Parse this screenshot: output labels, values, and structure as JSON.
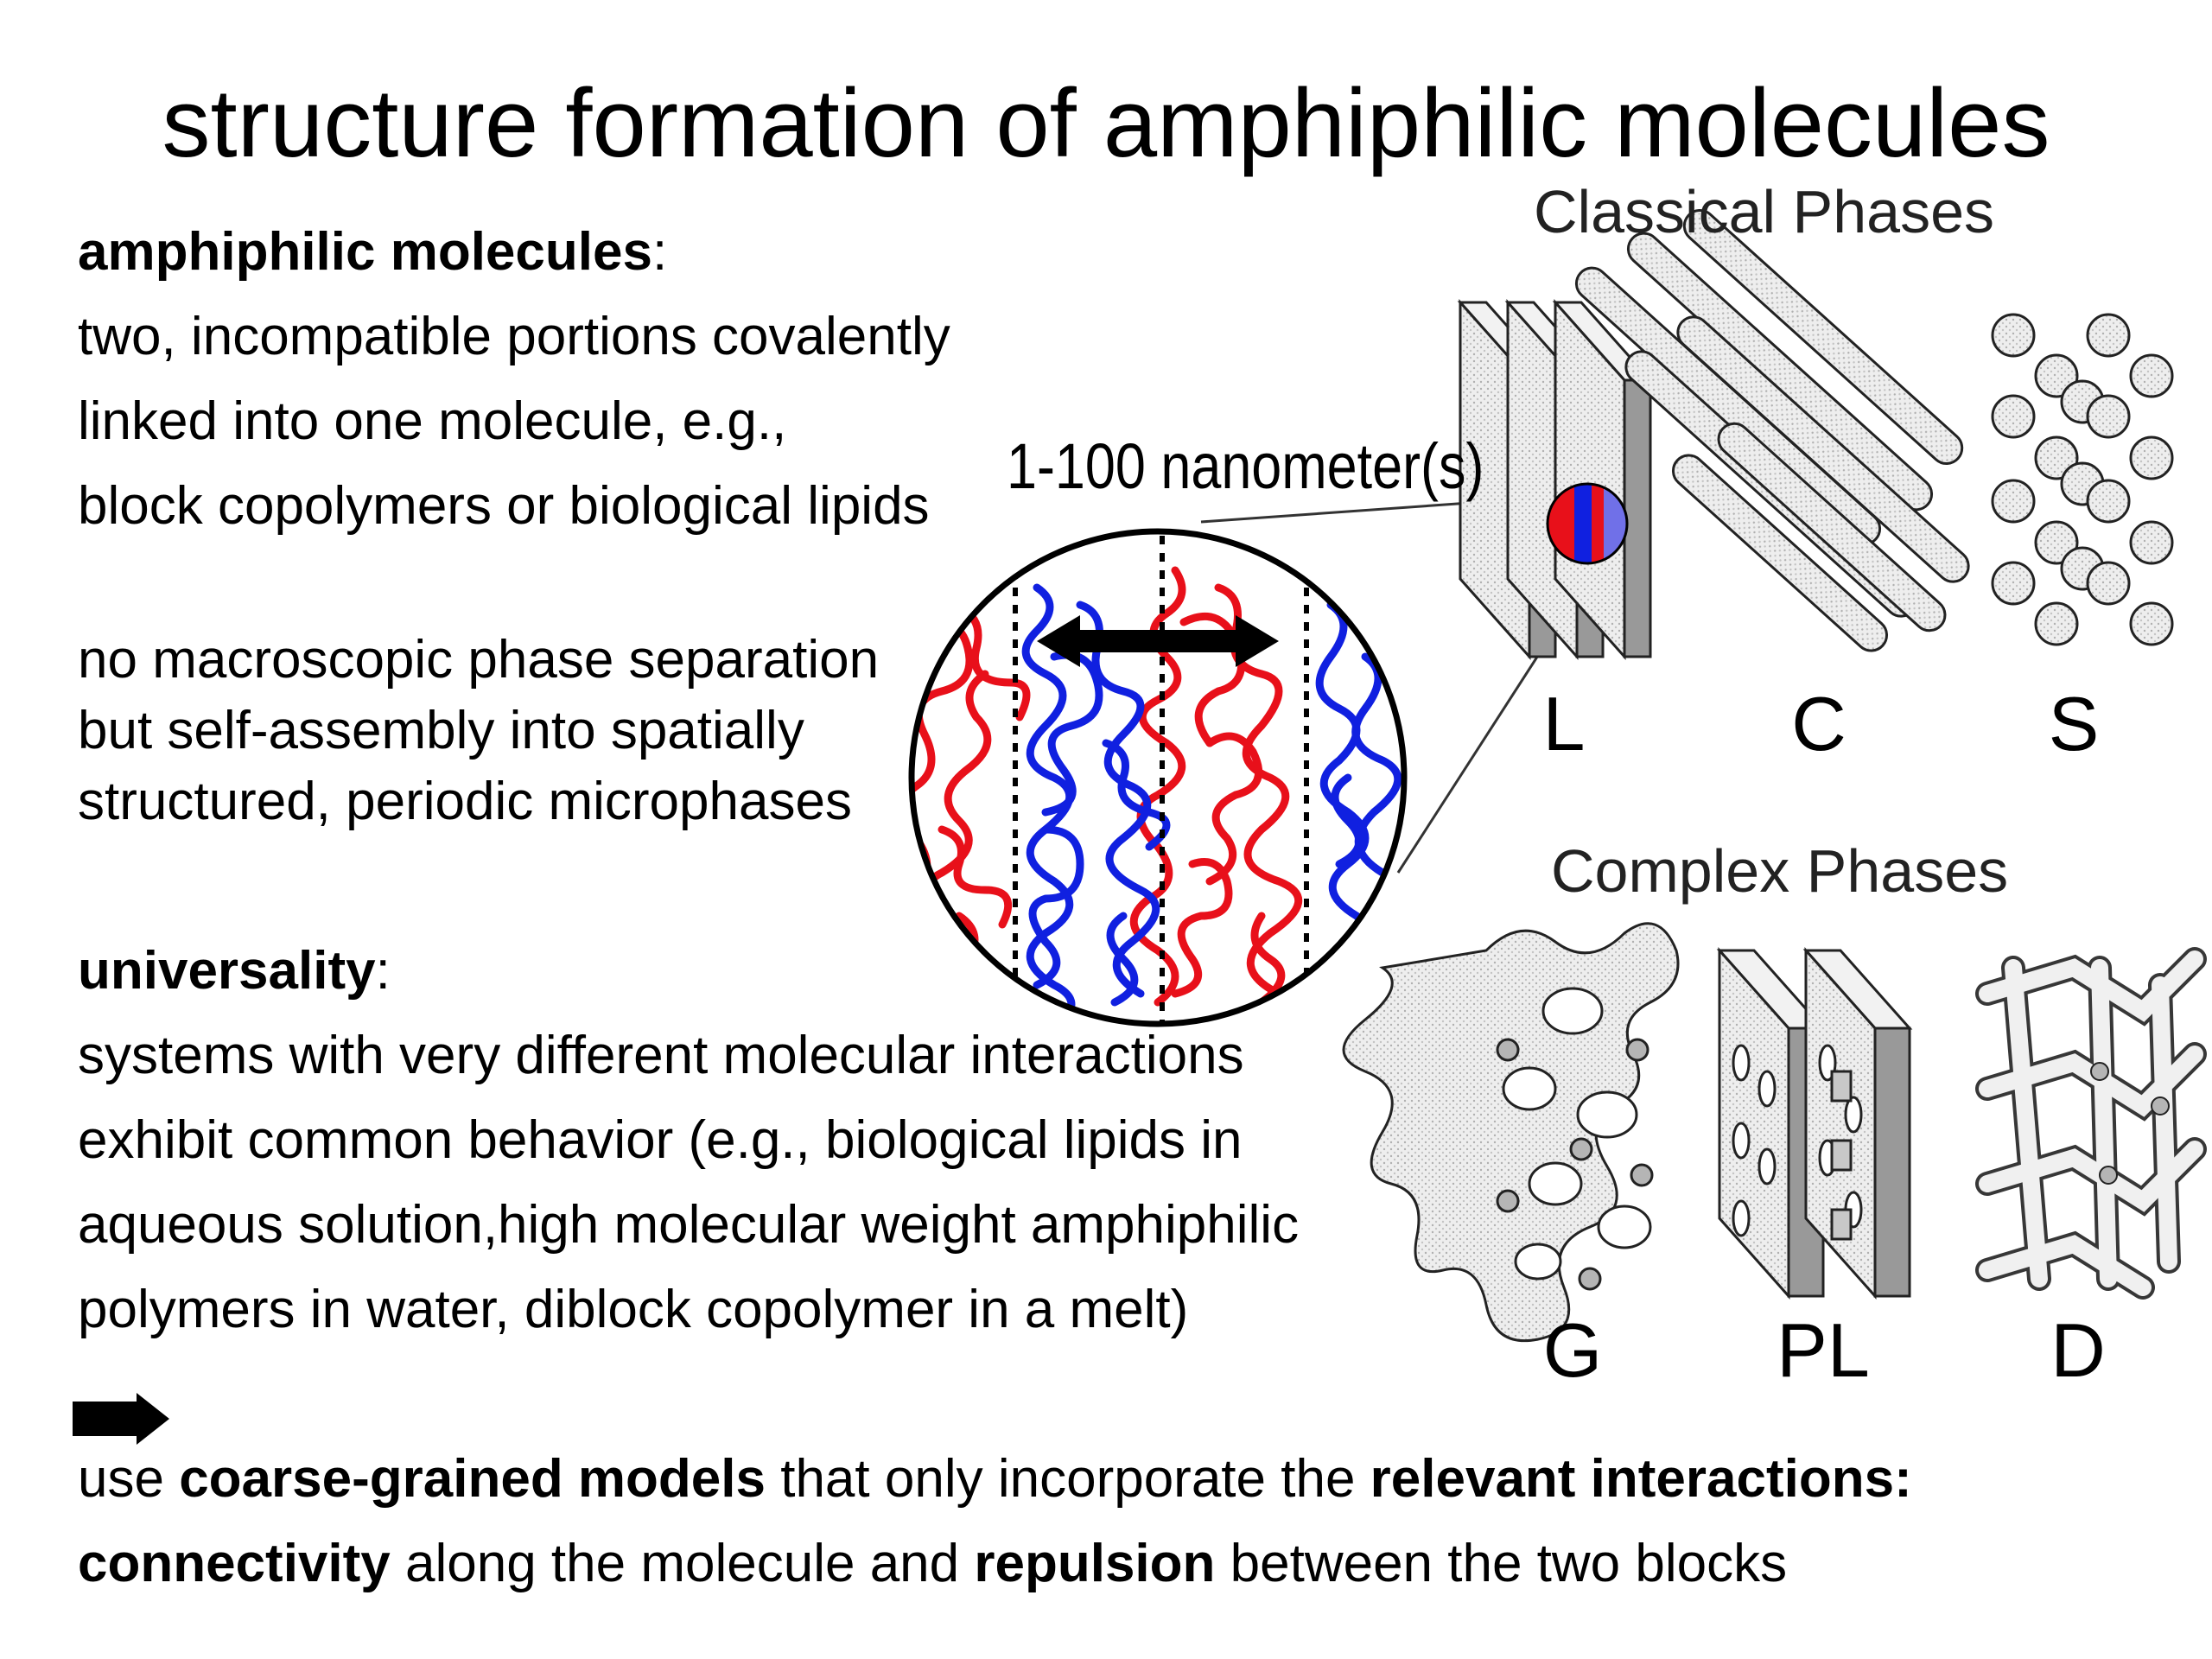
{
  "title": "structure formation of amphiphilic molecules",
  "section1": {
    "heading": "amphiphilic molecules",
    "colon": ":",
    "lines": [
      "two, incompatible portions covalently",
      "linked  into one molecule, e.g.,",
      "block copolymers or biological lipids"
    ]
  },
  "section2": {
    "lines": [
      "no macroscopic phase separation",
      "but self-assembly into spatially",
      "structured, periodic microphases"
    ]
  },
  "section3": {
    "heading": "universality",
    "colon": ":",
    "lines": [
      "systems with very different molecular interactions",
      "exhibit common behavior (e.g., biological lipids in",
      "aqueous solution,high molecular weight amphiphilic",
      "polymers in water, diblock copolymer in a melt)"
    ]
  },
  "conclusion": {
    "line1": {
      "t1": "use ",
      "b1": "coarse-grained models",
      "t2": " that only incorporate the ",
      "b2": "relevant interactions:"
    },
    "line2": {
      "b1": "connectivity",
      "t1": " along the molecule and ",
      "b2": "repulsion",
      "t2": " between the two blocks"
    }
  },
  "figure": {
    "scale_label": "1-100 nanometer(s)",
    "classical_heading": "Classical Phases",
    "complex_heading": "Complex Phases",
    "classical_labels": [
      "L",
      "C",
      "S"
    ],
    "complex_labels": [
      "G",
      "PL",
      "D"
    ],
    "colors": {
      "block_a": "#e8101a",
      "block_b": "#1020e0",
      "outline": "#000000",
      "panel": "#e6e6e6"
    }
  }
}
